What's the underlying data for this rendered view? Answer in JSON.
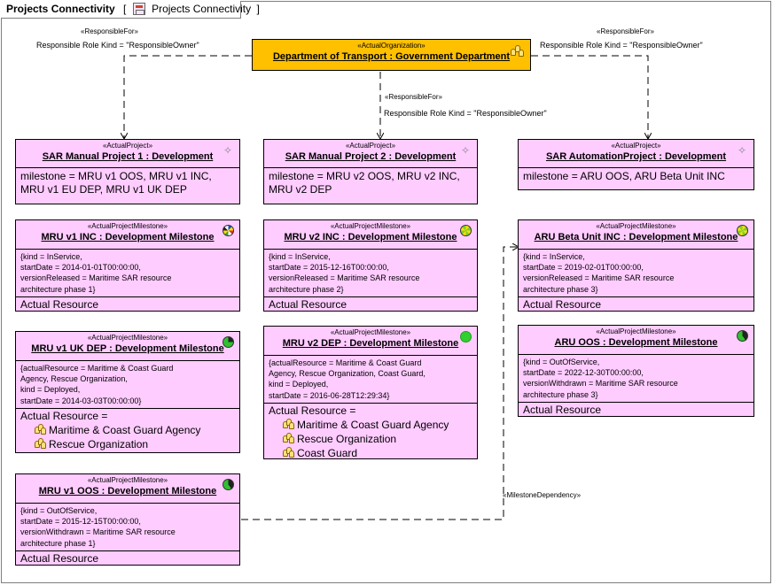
{
  "tab": {
    "title": "Projects Connectivity",
    "open_bracket": "[",
    "diagram_name": "Projects Connectivity",
    "close_bracket": "]"
  },
  "organization": {
    "stereotype": "«ActualOrganization»",
    "name": "Department of Transport : Government Department"
  },
  "connectors": {
    "responsible_left": {
      "stereotype": "«ResponsibleFor»",
      "text": "Responsible Role Kind = \"ResponsibleOwner\""
    },
    "responsible_mid": {
      "stereotype": "«ResponsibleFor»",
      "text": "Responsible Role Kind = \"ResponsibleOwner\""
    },
    "responsible_right": {
      "stereotype": "«ResponsibleFor»",
      "text": "Responsible Role Kind = \"ResponsibleOwner\""
    },
    "milestone_dependency": {
      "stereotype": "«MilestoneDependency»"
    }
  },
  "projects": [
    {
      "stereotype": "«ActualProject»",
      "name": "SAR Manual Project 1 : Development",
      "milestones": [
        "milestone = MRU v1 OOS, MRU v1 INC,",
        "MRU v1 EU DEP, MRU v1 UK  DEP"
      ]
    },
    {
      "stereotype": "«ActualProject»",
      "name": "SAR Manual Project 2 : Development",
      "milestones": [
        "milestone = MRU v2 OOS, MRU v2 INC,",
        "MRU v2 DEP"
      ]
    },
    {
      "stereotype": "«ActualProject»",
      "name": "SAR AutomationProject : Development",
      "milestones": [
        "milestone = ARU OOS, ARU Beta Unit INC"
      ]
    }
  ],
  "milestones": {
    "mru_v1_inc": {
      "stereotype": "«ActualProjectMilestone»",
      "name": "MRU v1 INC : Development Milestone",
      "props": [
        "{kind = InService,",
        "startDate = 2014-01-01T00:00:00,",
        "versionReleased = Maritime SAR resource",
        "architecture phase 1}"
      ],
      "resource_label": "Actual Resource",
      "icon": "pie-multicolor-icon"
    },
    "mru_v1_uk_dep": {
      "stereotype": "«ActualProjectMilestone»",
      "name": "MRU v1 UK  DEP : Development Milestone",
      "props": [
        "{actualResource = Maritime & Coast Guard",
        "Agency, Rescue Organization,",
        "kind = Deployed,",
        "startDate = 2014-03-03T00:00:00}"
      ],
      "resource_label": "Actual Resource =",
      "resources": [
        "Maritime & Coast Guard Agency",
        "Rescue Organization"
      ],
      "icon": "pie-green-icon"
    },
    "mru_v1_oos": {
      "stereotype": "«ActualProjectMilestone»",
      "name": "MRU v1 OOS : Development Milestone",
      "props": [
        "{kind = OutOfService,",
        "startDate = 2015-12-15T00:00:00,",
        "versionWithdrawn = Maritime SAR resource",
        "architecture phase 1}"
      ],
      "resource_label": "Actual Resource",
      "icon": "pie-green-black-icon"
    },
    "mru_v2_inc": {
      "stereotype": "«ActualProjectMilestone»",
      "name": "MRU v2 INC : Development Milestone",
      "props": [
        "{kind = InService,",
        "startDate = 2015-12-16T00:00:00,",
        "versionReleased = Maritime SAR resource",
        "architecture phase 2}"
      ],
      "resource_label": "Actual Resource",
      "icon": "pie-yellow-green-icon"
    },
    "mru_v2_dep": {
      "stereotype": "«ActualProjectMilestone»",
      "name": "MRU v2 DEP : Development Milestone",
      "props": [
        "{actualResource = Maritime & Coast Guard",
        "Agency, Rescue Organization, Coast Guard,",
        "kind = Deployed,",
        "startDate = 2016-06-28T12:29:34}"
      ],
      "resource_label": "Actual Resource =",
      "resources": [
        "Maritime & Coast Guard Agency",
        "Rescue Organization",
        "Coast Guard"
      ],
      "icon": "green-circle-icon"
    },
    "aru_beta_inc": {
      "stereotype": "«ActualProjectMilestone»",
      "name": "ARU Beta Unit INC : Development Milestone",
      "props": [
        "{kind = InService,",
        "startDate = 2019-02-01T00:00:00,",
        "versionReleased = Maritime SAR resource",
        "architecture phase 3}"
      ],
      "resource_label": "Actual Resource",
      "icon": "pie-yellow-green-icon"
    },
    "aru_oos": {
      "stereotype": "«ActualProjectMilestone»",
      "name": "ARU OOS : Development Milestone",
      "props": [
        "{kind = OutOfService,",
        "startDate = 2022-12-30T00:00:00,",
        "versionWithdrawn = Maritime SAR resource",
        "architecture phase 3}"
      ],
      "resource_label": "Actual Resource",
      "icon": "pie-green-black-icon"
    }
  },
  "colors": {
    "element_fill": "#ffccff",
    "organization_fill": "#ffc000"
  }
}
